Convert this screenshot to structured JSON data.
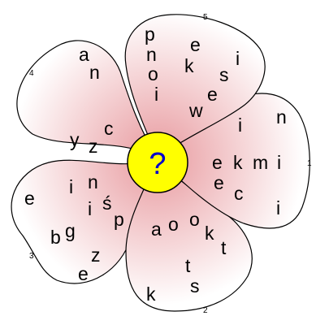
{
  "puzzle": {
    "center_symbol": "?",
    "colors": {
      "petal_center": "#e89a9f",
      "petal_edge": "#ffffff",
      "center_fill": "#ffff00",
      "center_text": "#0000cc",
      "outline": "#000000"
    },
    "petals": [
      {
        "number": "1",
        "letters": [
          "n",
          "i",
          "e",
          "k",
          "m",
          "i",
          "e",
          "c",
          "i"
        ]
      },
      {
        "number": "2",
        "letters": [
          "a",
          "o",
          "o",
          "k",
          "t",
          "t",
          "s",
          "k"
        ]
      },
      {
        "number": "3",
        "letters": [
          "i",
          "n",
          "e",
          "i",
          "ś",
          "p",
          "b",
          "g",
          "z",
          "e"
        ]
      },
      {
        "number": "4",
        "letters": [
          "a",
          "n",
          "c",
          "y",
          "z"
        ]
      },
      {
        "number": "5",
        "letters": [
          "p",
          "n",
          "o",
          "i",
          "e",
          "k",
          "i",
          "s",
          "e",
          "w"
        ]
      }
    ]
  }
}
